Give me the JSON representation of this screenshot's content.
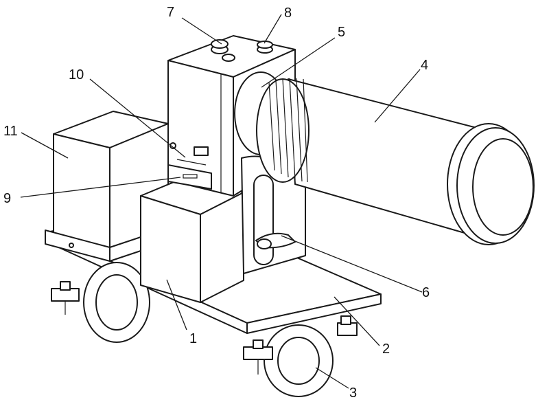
{
  "figure": {
    "title": "Patent drawing of a pipe-mounted inspection camera assembly",
    "callouts": [
      {
        "id": "1",
        "text": "1"
      },
      {
        "id": "2",
        "text": "2"
      },
      {
        "id": "3",
        "text": "3"
      },
      {
        "id": "4",
        "text": "4"
      },
      {
        "id": "5",
        "text": "5"
      },
      {
        "id": "6",
        "text": "6"
      },
      {
        "id": "7",
        "text": "7"
      },
      {
        "id": "8",
        "text": "8"
      },
      {
        "id": "9",
        "text": "9"
      },
      {
        "id": "10",
        "text": "10"
      },
      {
        "id": "11",
        "text": "11"
      }
    ]
  }
}
